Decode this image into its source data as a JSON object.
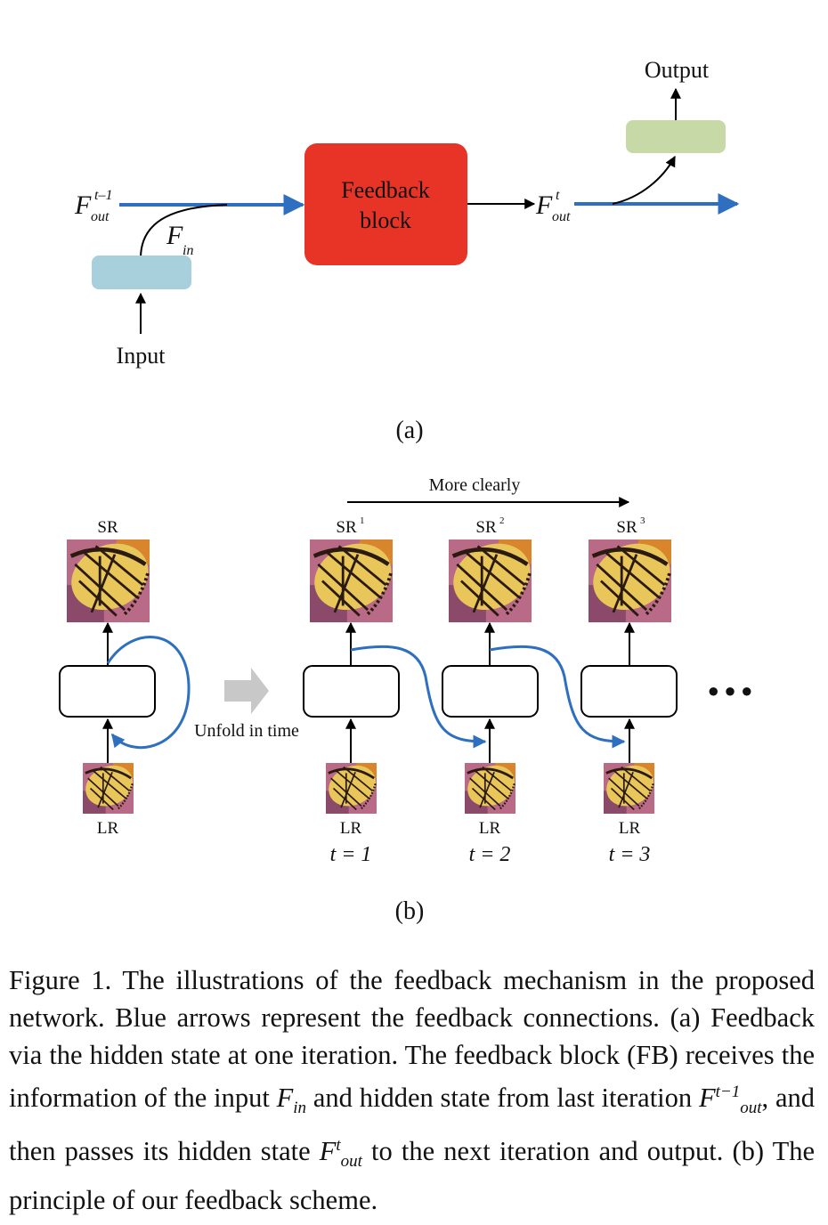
{
  "panel_a": {
    "f_out_prev_main": "F",
    "f_out_prev_sup": "t–1",
    "f_out_prev_sub": "out",
    "feedback_block_line1": "Feedback",
    "feedback_block_line2": "block",
    "f_in_main": "F",
    "f_in_sub": "in",
    "f_out_main": "F",
    "f_out_sup": "t",
    "f_out_sub": "out",
    "input_label": "Input",
    "output_label": "Output",
    "panel_label": "(a)"
  },
  "panel_b": {
    "sr_label": "SR",
    "lr_label": "LR",
    "unfold_label": "Unfold in time",
    "more_clearly_label": "More clearly",
    "steps": [
      {
        "sr_main": "SR",
        "sr_sup": "1",
        "lr": "LR",
        "t_label": "t = 1"
      },
      {
        "sr_main": "SR",
        "sr_sup": "2",
        "lr": "LR",
        "t_label": "t = 2"
      },
      {
        "sr_main": "SR",
        "sr_sup": "3",
        "lr": "LR",
        "t_label": "t = 3"
      }
    ],
    "ellipsis": "● ● ●",
    "panel_label": "(b)"
  },
  "caption": {
    "p1": "Figure 1. The illustrations of the feedback mechanism in the proposed network. Blue arrows represent the feedback connections. (a) Feedback via the hidden state at one iteration. The feedback block (FB) receives the information of the input ",
    "fin_main": "F",
    "fin_sub": "in",
    "p2": " and hidden state from last iteration ",
    "fprev_main": "F",
    "fprev_sup": "t−1",
    "fprev_sub": "out",
    "p3": ", and then passes its hidden state ",
    "fout_main": "F",
    "fout_sup": "t",
    "fout_sub": "out",
    "p4": " to the next iteration and output. (b) The principle of our feedback scheme."
  },
  "colors": {
    "feedback_arrow": "#2f6fbf",
    "feedback_block": "#e83426",
    "input_box": "#a8d0dc",
    "output_box": "#c8d9a8",
    "butterfly_yellow": "#e8c65a",
    "butterfly_orange": "#d9852e",
    "butterfly_bg": "#b86a86"
  }
}
